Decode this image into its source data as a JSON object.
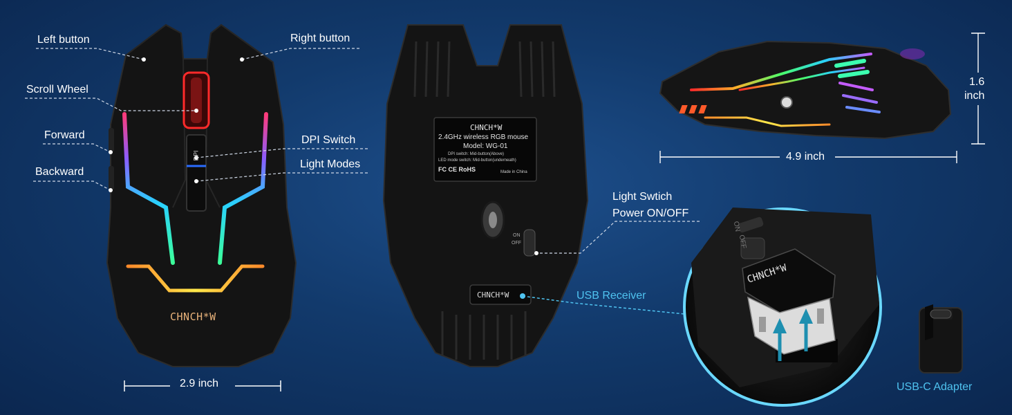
{
  "top_mouse": {
    "labels": {
      "left_button": "Left button",
      "right_button": "Right button",
      "scroll_wheel": "Scroll Wheel",
      "forward": "Forward",
      "backward": "Backward",
      "dpi_switch": "DPI Switch",
      "light_modes": "Light Modes"
    },
    "brand": "CHNCH*W",
    "dpi_text": "DPI",
    "width_dimension": "2.9 inch"
  },
  "bottom_mouse": {
    "sticker": {
      "brand": "CHNCH*W",
      "line1": "2.4GHz wireless RGB mouse",
      "line2": "Model: WG-01",
      "line3": "DPI switch: Mid-button(Above)",
      "line4": "LED mode switch: Mid-button(underneath)",
      "certs": "FC CE RoHS",
      "made_in": "Made in China"
    },
    "switch_on": "ON",
    "switch_off": "OFF",
    "receiver_brand": "CHNCH*W",
    "light_switch_line1": "Light Swtich",
    "light_switch_line2": "Power ON/OFF",
    "usb_receiver": "USB Receiver"
  },
  "side_view": {
    "height_value": "1.6",
    "height_unit": "inch",
    "length_dimension": "4.9 inch"
  },
  "zoom": {
    "dongle_brand": "CHNCH*W",
    "switch_on": "ON",
    "switch_off": "OFF"
  },
  "adapter": {
    "label": "USB-C Adapter"
  },
  "colors": {
    "background": "#123a6c",
    "accent_cyan": "#4fc3f0",
    "label_white": "#ffffff"
  }
}
